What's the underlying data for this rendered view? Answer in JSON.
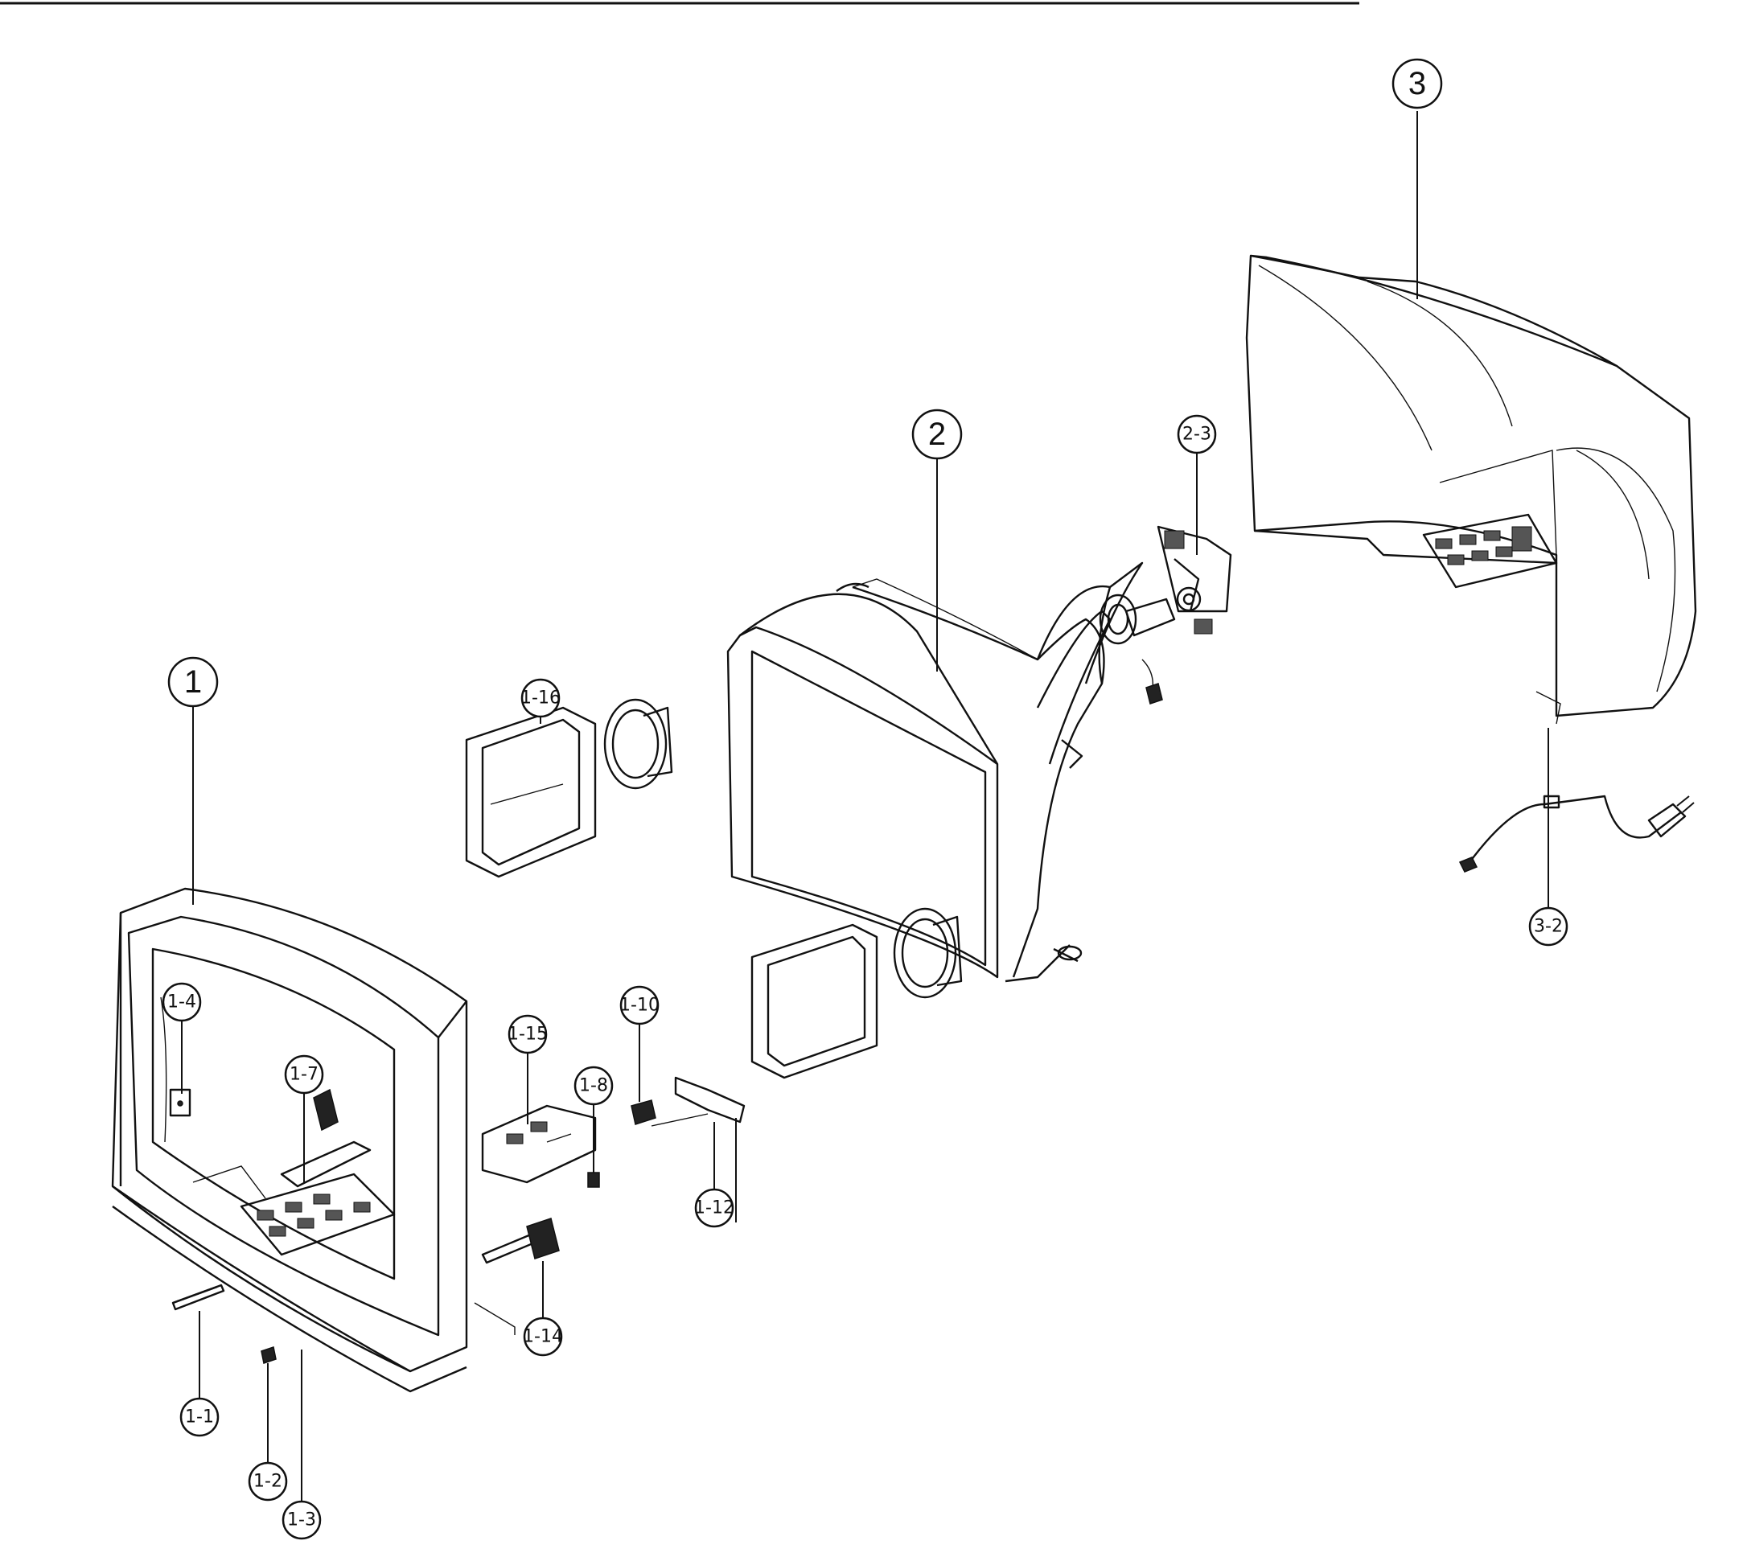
{
  "callouts": {
    "c1": "1",
    "c2": "2",
    "c3": "3",
    "c1_1": "1-1",
    "c1_2": "1-2",
    "c1_3": "1-3",
    "c1_4": "1-4",
    "c1_7": "1-7",
    "c1_8": "1-8",
    "c1_10": "1-10",
    "c1_12": "1-12",
    "c1_14": "1-14",
    "c1_15": "1-15",
    "c1_16": "1-16",
    "c2_3": "2-3",
    "c3_2": "3-2"
  },
  "colors": {
    "line": "#111111",
    "background": "#ffffff"
  }
}
